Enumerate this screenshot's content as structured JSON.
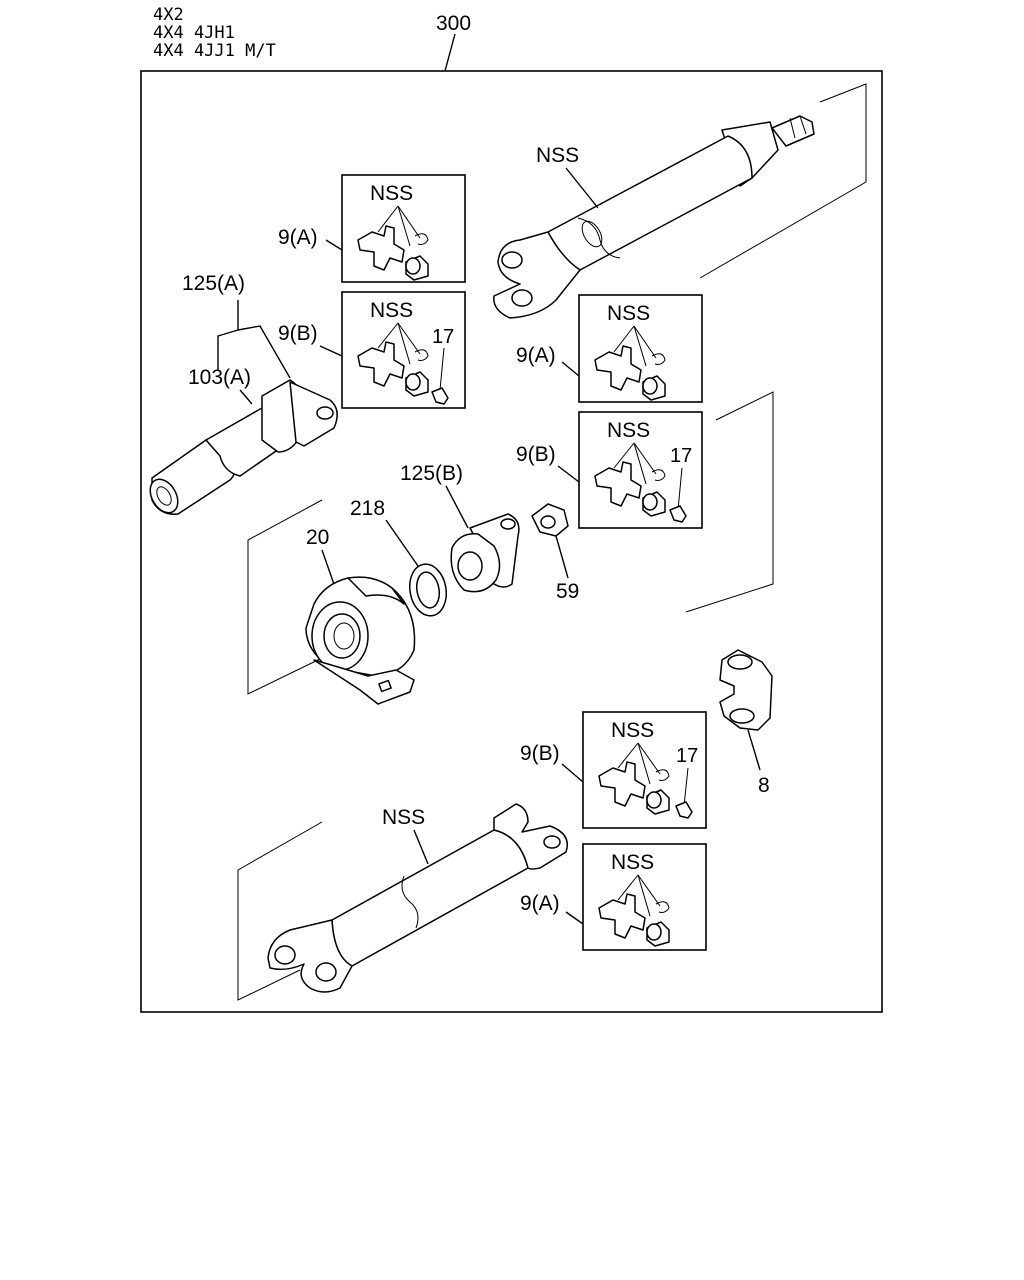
{
  "applicability": [
    "4X2",
    "4X4  4JH1",
    "4X4  4JJ1  M/T"
  ],
  "assembly_ref": "300",
  "labels": {
    "nss_top_shaft": "NSS",
    "nss_bottom_shaft": "NSS",
    "nss_kit_1": "NSS",
    "nss_kit_2": "NSS",
    "nss_kit_3": "NSS",
    "nss_kit_4": "NSS",
    "nss_kit_5": "NSS",
    "nss_kit_6": "NSS",
    "kit_9a_1": "9(A)",
    "kit_9b_1": "9(B)",
    "kit_9a_2": "9(A)",
    "kit_9b_2": "9(B)",
    "kit_9b_3": "9(B)",
    "kit_9a_3": "9(A)",
    "grease_17_1": "17",
    "grease_17_2": "17",
    "grease_17_3": "17",
    "p125a": "125(A)",
    "p103a": "103(A)",
    "p125b": "125(B)",
    "p218": "218",
    "p20": "20",
    "p59": "59",
    "p8": "8"
  }
}
